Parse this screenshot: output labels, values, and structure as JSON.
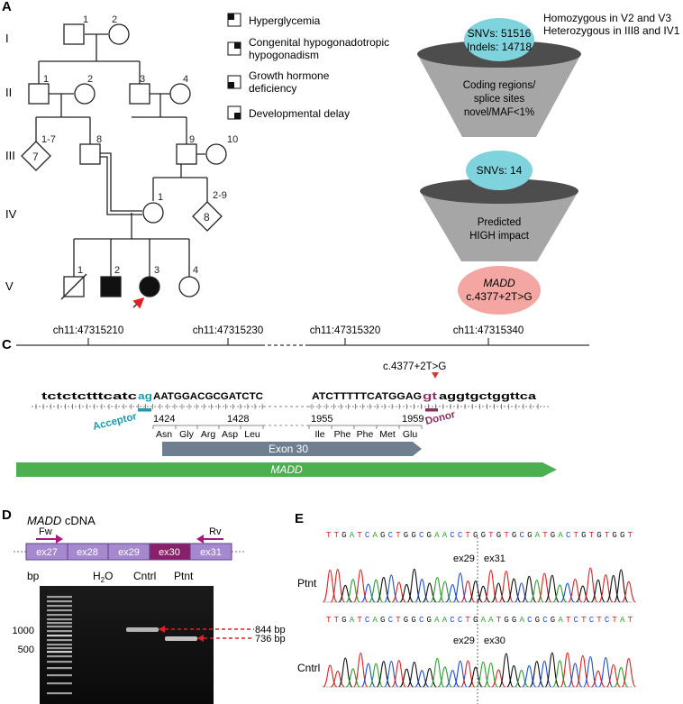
{
  "panelA": {
    "label": "A",
    "generations": [
      "I",
      "II",
      "III",
      "IV",
      "V"
    ],
    "ids": {
      "i1": "1",
      "i2": "2",
      "ii1": "1",
      "ii2": "2",
      "ii3": "3",
      "ii4": "4",
      "iii17": "1-7",
      "iii17_count": "7",
      "iii8": "8",
      "iii9": "9",
      "iii10": "10",
      "iv1": "1",
      "iv29": "2-9",
      "iv29_count": "8",
      "v1": "1",
      "v2": "2",
      "v3": "3",
      "v4": "4"
    },
    "legend": [
      "Hyperglycemia",
      "Congenital hypogonadotropic",
      "hypogonadism",
      "Growth hormone",
      "deficiency",
      "Developmental delay"
    ]
  },
  "panelB": {
    "note_line1": "Homozygous in V2 and V3",
    "note_line2": "Heterozygous in III8 and IV1",
    "top_oval_line1": "SNVs: 51516",
    "top_oval_line2": "Indels: 14718",
    "funnel1_line1": "Coding regions/",
    "funnel1_line2": "splice sites",
    "funnel1_line3": "novel/MAF<1%",
    "mid_oval": "SNVs: 14",
    "funnel2_line1": "Predicted",
    "funnel2_line2": "HIGH impact",
    "final_gene": "MADD",
    "final_variant": "c.4377+2T>G",
    "colors": {
      "cyan": "#7fd3dc",
      "funnel": "#a6a6a6",
      "funnel_dark": "#555555",
      "pink": "#f4a6a3"
    }
  },
  "panelC": {
    "label": "C",
    "coords": [
      "ch11:47315210",
      "ch11:47315230",
      "ch11:47315320",
      "ch11:47315340"
    ],
    "seq_left_intron": "tctctctttcatc",
    "seq_left_acceptor": "ag",
    "seq_left_exon": "AATGGACGCGATCTC",
    "seq_right_exon": "ATCTTTTTCATGGAG",
    "seq_right_donor": "gt",
    "seq_right_intron": "aggtgctggttca",
    "variant": "c.4377+2T>G",
    "acceptor_label": "Acceptor",
    "donor_label": "Donor",
    "codons": [
      "1424",
      "1428",
      "1955",
      "1959"
    ],
    "aa_left": [
      "Asn",
      "Gly",
      "Arg",
      "Asp",
      "Leu"
    ],
    "aa_right": [
      "Ile",
      "Phe",
      "Phe",
      "Met",
      "Glu"
    ],
    "exon_label": "Exon 30",
    "gene_label": "MADD",
    "colors": {
      "acceptor": "#1b9aaa",
      "donor": "#8b2f62",
      "exon": "#6f7f8f",
      "gene": "#4caf50"
    }
  },
  "panelD": {
    "label": "D",
    "title_gene": "MADD",
    "title_rest": " cDNA",
    "exons": [
      "ex27",
      "ex28",
      "ex29",
      "ex30",
      "ex31"
    ],
    "fw": "Fw",
    "rv": "Rv",
    "bp_label": "bp",
    "lane_h2o": "H",
    "lane_h2o_sub": "2",
    "lane_h2o_tail": "O",
    "lane_cntrl": "Cntrl",
    "lane_ptnt": "Ptnt",
    "ladder_1000": "1000",
    "ladder_500": "500",
    "band_844": "844 bp",
    "band_736": "736 bp"
  },
  "panelE": {
    "label": "E",
    "ptnt_seq": "TTGATCAGCTGGCGAACCTGGTGTGCGATGACTGTGTGGT",
    "cntrl_seq": "TTGATCAGCTGGCGAACCTGAATGGACGCGATCTCTCTAT",
    "ptnt_label": "Ptnt",
    "cntrl_label": "Cntrl",
    "ex29": "ex29",
    "ex31": "ex31",
    "ex30": "ex30"
  }
}
